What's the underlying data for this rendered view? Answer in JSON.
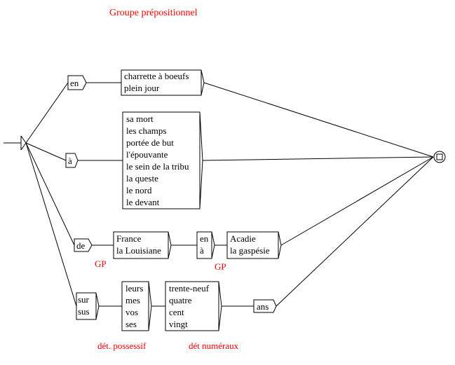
{
  "title": "Groupe prépositionnel",
  "boxes": {
    "en": [
      "en"
    ],
    "charrette": [
      "charrette à boeufs",
      "plein jour"
    ],
    "a": [
      "à"
    ],
    "samort": [
      "sa mort",
      "les champs",
      "portée de but",
      "l'épouvante",
      "le sein de la tribu",
      "la queste",
      "le nord",
      "le devant"
    ],
    "de": [
      "de"
    ],
    "france": [
      "France",
      "la Louisiane"
    ],
    "ena": [
      "en",
      "à"
    ],
    "acadie": [
      "Acadie",
      "la gaspésie"
    ],
    "sursus": [
      "sur",
      "sus"
    ],
    "leurs": [
      "leurs",
      "mes",
      "vos",
      "ses"
    ],
    "trente": [
      "trente-neuf",
      "quatre",
      "cent",
      "vingt"
    ],
    "ans": [
      "ans"
    ]
  },
  "annotations": {
    "gp1": "GP",
    "gp2": "GP",
    "det_poss": "dét. possessif",
    "det_num": "dét numéraux"
  }
}
